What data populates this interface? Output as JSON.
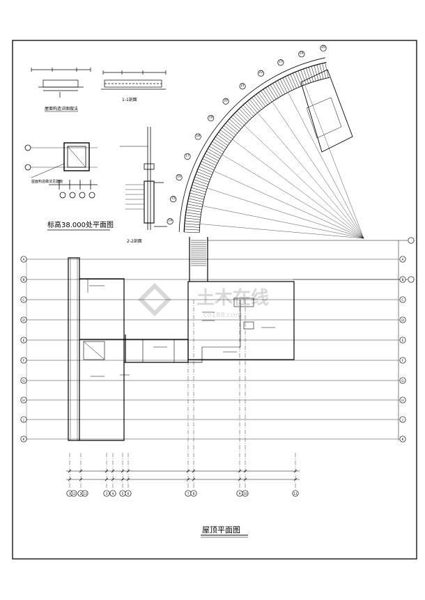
{
  "drawing": {
    "main_title": "屋顶平面图",
    "detail_title": "标高38.000处平面图",
    "section_label_1": "1-1剖面",
    "section_label_2": "2-2剖面",
    "detail_note": "屋面构造详图做法",
    "note_left": "屋面构造做法见建施",
    "watermark_main": "土木在线",
    "watermark_sub": "co188.com",
    "line_color": "#000000",
    "grid_color": "#000000"
  },
  "grid_bubbles_bottom": [
    "1",
    "2",
    "3",
    "4",
    "5",
    "6",
    "7",
    "8",
    "9",
    "10",
    "11",
    "12",
    "13"
  ],
  "grid_bubbles_left": [
    "A",
    "B",
    "C",
    "D",
    "E",
    "F",
    "G",
    "H",
    "J",
    "K"
  ],
  "grid_bubbles_right": [
    "A",
    "B",
    "C",
    "D",
    "E",
    "F",
    "G",
    "H",
    "J",
    "K"
  ],
  "grid_bubbles_arc": [
    "14",
    "15",
    "16",
    "17",
    "18",
    "19",
    "20",
    "21",
    "22",
    "23",
    "24",
    "25"
  ]
}
